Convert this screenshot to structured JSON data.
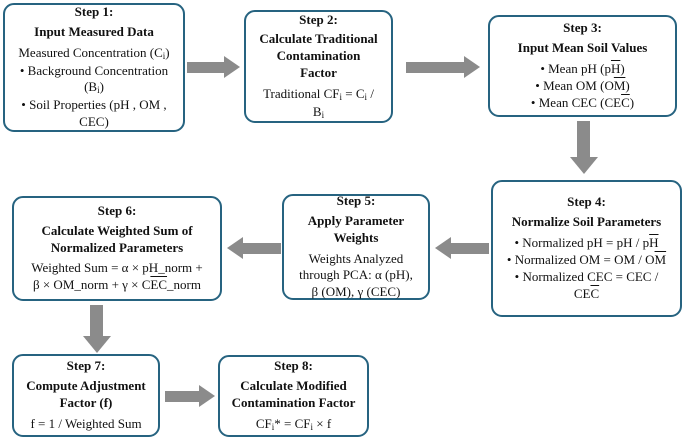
{
  "colors": {
    "box_border": "#266380",
    "arrow": "#8b8b8b",
    "text": "#111111",
    "background": "#ffffff"
  },
  "boxes": [
    {
      "id": "step-1",
      "step_label": "Step 1:",
      "title_lines": [
        "Input Measured Data"
      ],
      "lines": [
        {
          "bullet": false,
          "segments": [
            {
              "t": "Measured Concentration (C"
            },
            {
              "t": "i",
              "sub": true
            },
            {
              "t": ")"
            }
          ]
        },
        {
          "bullet": true,
          "segments": [
            {
              "t": "Background Concentration"
            }
          ]
        },
        {
          "bullet": false,
          "segments": [
            {
              "t": "(B"
            },
            {
              "t": "i",
              "sub": true
            },
            {
              "t": ")"
            }
          ]
        },
        {
          "bullet": true,
          "segments": [
            {
              "t": "Soil Properties (pH , OM ,"
            }
          ]
        },
        {
          "bullet": false,
          "segments": [
            {
              "t": "CEC)"
            }
          ]
        }
      ]
    },
    {
      "id": "step-2",
      "step_label": "Step 2:",
      "title_lines": [
        "Calculate Traditional",
        "Contamination",
        "Factor"
      ],
      "lines": [
        {
          "bullet": false,
          "segments": [
            {
              "t": "Traditional CF"
            },
            {
              "t": "i",
              "sub": true
            },
            {
              "t": " = C"
            },
            {
              "t": "i",
              "sub": true
            },
            {
              "t": " /"
            }
          ]
        },
        {
          "bullet": false,
          "segments": [
            {
              "t": "B"
            },
            {
              "t": "i",
              "sub": true
            }
          ]
        }
      ]
    },
    {
      "id": "step-3",
      "step_label": "Step 3:",
      "title_lines": [
        "Input Mean Soil Values"
      ],
      "lines": [
        {
          "bullet": true,
          "segments": [
            {
              "t": "Mean pH (p"
            },
            {
              "t": "H",
              "over": true
            },
            {
              "t": ")"
            }
          ]
        },
        {
          "bullet": true,
          "segments": [
            {
              "t": "Mean OM (O"
            },
            {
              "t": "M",
              "over": true
            },
            {
              "t": ")"
            }
          ]
        },
        {
          "bullet": true,
          "segments": [
            {
              "t": "Mean CEC (CE"
            },
            {
              "t": "C",
              "over": true
            },
            {
              "t": ")"
            }
          ]
        }
      ]
    },
    {
      "id": "step-4",
      "step_label": "Step 4:",
      "title_lines": [
        "Normalize Soil Parameters"
      ],
      "lines": [
        {
          "bullet": true,
          "segments": [
            {
              "t": "Normalized pH = pH / p"
            },
            {
              "t": "H",
              "over": true
            }
          ]
        },
        {
          "bullet": true,
          "segments": [
            {
              "t": "Normalized OM = OM / O"
            },
            {
              "t": "M",
              "over": true
            }
          ]
        },
        {
          "bullet": true,
          "segments": [
            {
              "t": "Normalized CEC = CEC /"
            }
          ]
        },
        {
          "bullet": false,
          "segments": [
            {
              "t": "CE"
            },
            {
              "t": "C",
              "over": true
            }
          ]
        }
      ]
    },
    {
      "id": "step-5",
      "step_label": "Step 5:",
      "title_lines": [
        "Apply Parameter",
        "Weights"
      ],
      "lines": [
        {
          "bullet": false,
          "segments": [
            {
              "t": "Weights Analyzed"
            }
          ]
        },
        {
          "bullet": false,
          "segments": [
            {
              "t": "through PCA: α (pH),"
            }
          ]
        },
        {
          "bullet": false,
          "segments": [
            {
              "t": "β (OM), γ (CEC)"
            }
          ]
        }
      ]
    },
    {
      "id": "step-6",
      "step_label": "Step 6:",
      "title_lines": [
        "Calculate Weighted Sum of",
        "Normalized Parameters"
      ],
      "lines": [
        {
          "bullet": false,
          "segments": [
            {
              "t": "Weighted Sum = α × pH_norm +"
            }
          ]
        },
        {
          "bullet": false,
          "segments": [
            {
              "t": "β × OM_norm + γ × C"
            },
            {
              "t": "EC",
              "over": true
            },
            {
              "t": "_norm"
            }
          ]
        }
      ]
    },
    {
      "id": "step-7",
      "step_label": "Step 7:",
      "title_lines": [
        "Compute Adjustment",
        "Factor (f)"
      ],
      "lines": [
        {
          "bullet": false,
          "segments": [
            {
              "t": "f = 1 / Weighted Sum"
            }
          ]
        }
      ]
    },
    {
      "id": "step-8",
      "step_label": "Step 8:",
      "title_lines": [
        "Calculate Modified",
        "Contamination Factor"
      ],
      "lines": [
        {
          "bullet": false,
          "segments": [
            {
              "t": "CF"
            },
            {
              "t": "i",
              "sub": true
            },
            {
              "t": "* = CF"
            },
            {
              "t": "i",
              "sub": true
            },
            {
              "t": " × f"
            }
          ]
        }
      ]
    }
  ],
  "arrows": [
    {
      "id": "a12",
      "name": "arrow-step1-to-step2",
      "direction": "right"
    },
    {
      "id": "a23",
      "name": "arrow-step2-to-step3",
      "direction": "right"
    },
    {
      "id": "a34",
      "name": "arrow-step3-to-step4",
      "direction": "down"
    },
    {
      "id": "a45",
      "name": "arrow-step4-to-step5",
      "direction": "left"
    },
    {
      "id": "a56",
      "name": "arrow-step5-to-step6",
      "direction": "left"
    },
    {
      "id": "a67",
      "name": "arrow-step6-to-step7",
      "direction": "down"
    },
    {
      "id": "a78",
      "name": "arrow-step7-to-step8",
      "direction": "right"
    }
  ]
}
